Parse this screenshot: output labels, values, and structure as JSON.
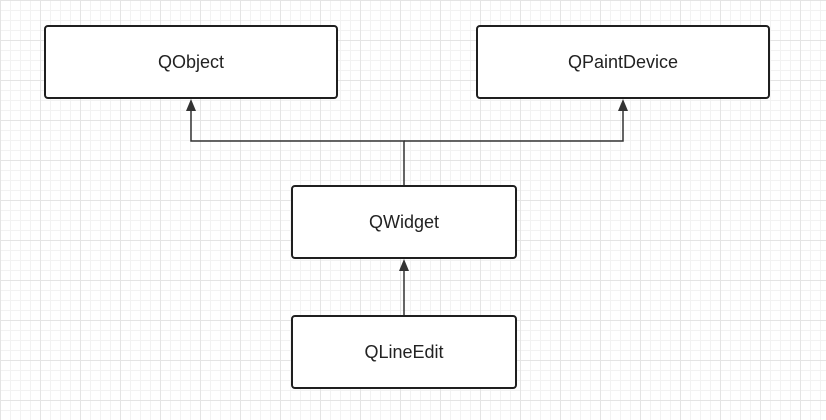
{
  "diagram": {
    "nodes": {
      "qobject": {
        "label": "QObject"
      },
      "qpaintdevice": {
        "label": "QPaintDevice"
      },
      "qwidget": {
        "label": "QWidget"
      },
      "qlineedit": {
        "label": "QLineEdit"
      }
    },
    "edges": [
      {
        "from": "qwidget",
        "to": "qobject",
        "relation": "inherits"
      },
      {
        "from": "qwidget",
        "to": "qpaintdevice",
        "relation": "inherits"
      },
      {
        "from": "qlineedit",
        "to": "qwidget",
        "relation": "inherits"
      }
    ],
    "colors": {
      "line": "#333333",
      "box_border": "#1f1f1f",
      "background_grid": "#e4e4e4"
    }
  }
}
